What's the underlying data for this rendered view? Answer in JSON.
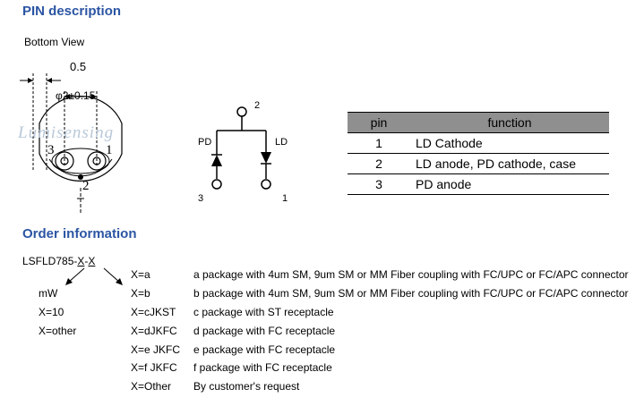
{
  "pin_section": {
    "title": "PIN description",
    "bottom_view_label": "Bottom View",
    "dimension_top": "0.5",
    "dimension_diameter": "φ2±0.15",
    "watermark": "Lumisensing",
    "pin_numbers": [
      "3",
      "1",
      "2"
    ]
  },
  "schematic": {
    "pd_label": "PD",
    "ld_label": "LD",
    "pin_top": "2",
    "pin_left": "3",
    "pin_right": "1"
  },
  "pin_table": {
    "headers": [
      "pin",
      "function"
    ],
    "rows": [
      {
        "pin": "1",
        "function": "LD Cathode"
      },
      {
        "pin": "2",
        "function": "LD anode, PD cathode, case"
      },
      {
        "pin": "3",
        "function": "PD anode"
      }
    ]
  },
  "order_section": {
    "title": "Order information",
    "part_prefix": "LSFLD785-",
    "part_x1": "X",
    "part_dash": "-",
    "part_x2": "X",
    "left_options": [
      "mW",
      "X=10",
      "X=other"
    ],
    "options": [
      {
        "code": "X=a",
        "desc": "a package with 4um SM, 9um SM or MM Fiber coupling with FC/UPC or FC/APC connector"
      },
      {
        "code": "X=b",
        "desc": "b package with 4um SM, 9um SM or MM Fiber coupling with FC/UPC or FC/APC connector"
      },
      {
        "code": "X=cJKST",
        "desc": "c package with ST receptacle"
      },
      {
        "code": "X=dJKFC",
        "desc": "d package with FC receptacle"
      },
      {
        "code": "X=e JKFC",
        "desc": "e package with FC receptacle"
      },
      {
        "code": "X=f JKFC",
        "desc": "f package with FC receptacle"
      },
      {
        "code": "X=Other",
        "desc": "By customer's request"
      }
    ]
  },
  "colors": {
    "heading": "#2b55a3",
    "table_header": "#8f8f8f",
    "watermark": "#b8c8d8"
  }
}
